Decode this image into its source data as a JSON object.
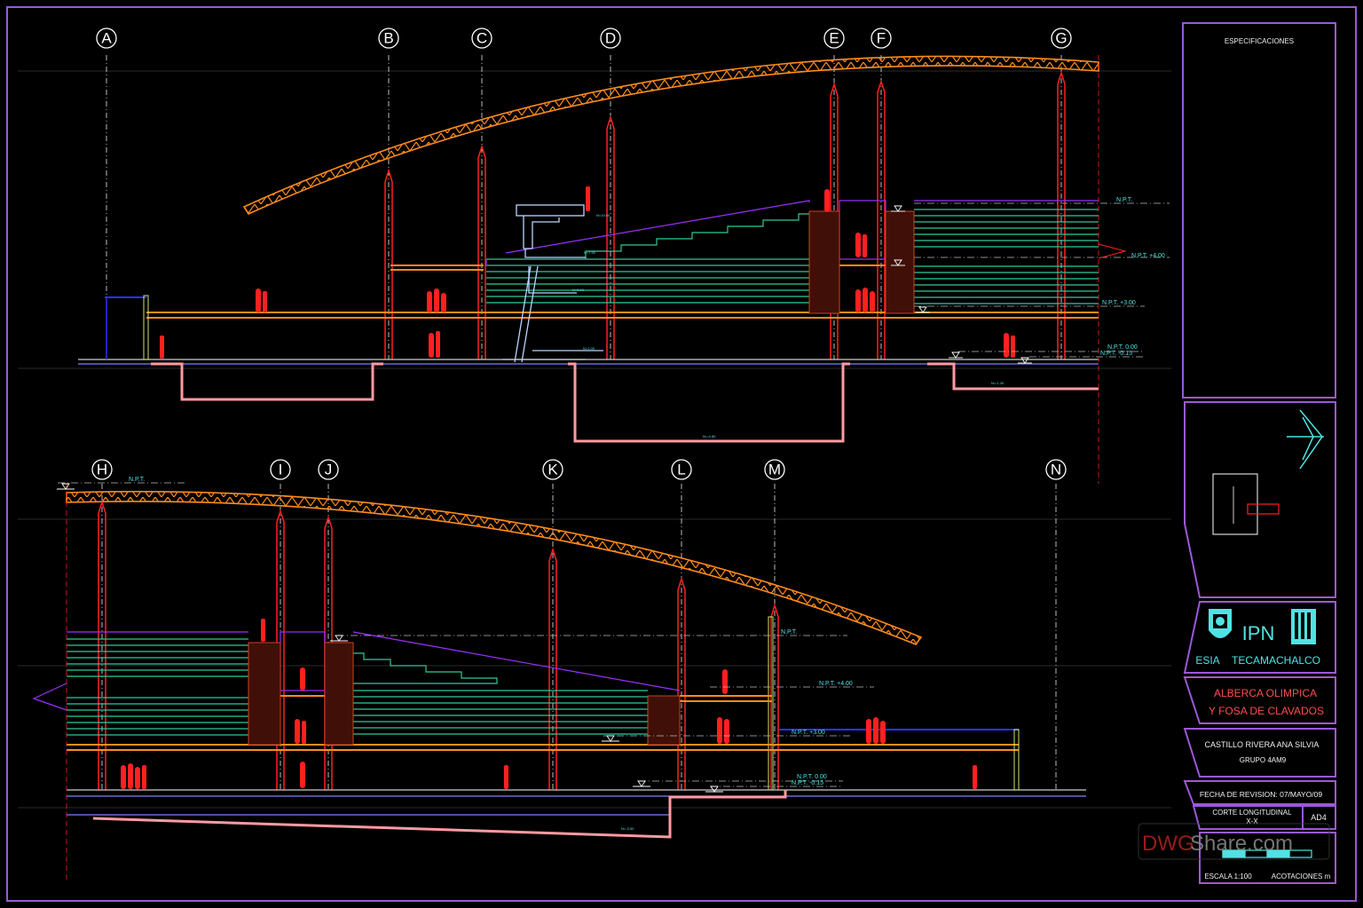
{
  "title_block": {
    "specs_header": "ESPECIFICACIONES",
    "logo_ipn": "IPN",
    "school_left": "ESIA",
    "school_right": "TECAMACHALCO",
    "project_line1": "ALBERCA OLIMPICA",
    "project_line2": "Y FOSA DE CLAVADOS",
    "author": "CASTILLO RIVERA ANA SILVIA",
    "group": "GRUPO 4AM9",
    "revision_date": "FECHA DE REVISION: 07/MAYO/09",
    "sheet_name_line1": "CORTE LONGITUDINAL",
    "sheet_name_line2": "X-X",
    "sheet_code": "AD4",
    "scale": "ESCALA 1:100",
    "units": "ACOTACIONES m"
  },
  "watermark": {
    "part1": "DWG",
    "part2": "Share.com"
  },
  "section_top": {
    "axes": [
      "A",
      "B",
      "C",
      "D",
      "E",
      "F",
      "G"
    ],
    "levels": [
      "N.P.T.",
      "N.P.T. +4.00",
      "N.P.T. +3.00",
      "N.P.T. 0.00",
      "N.P.T. -0.15"
    ],
    "notes": [
      "N=10.00",
      "N=7.50",
      "N=5.00",
      "N=1.00",
      "N=-4.80",
      "N=-1.30"
    ]
  },
  "section_bottom": {
    "axes": [
      "H",
      "I",
      "J",
      "K",
      "L",
      "M",
      "N"
    ],
    "levels": [
      "N.P.T.",
      "N.P.T.",
      "N.P.T. +4.00",
      "N.P.T. +3.00",
      "N.P.T. 0.00",
      "N.P.T. -0.15"
    ],
    "notes": [
      "N=-3.50"
    ]
  },
  "colors": {
    "frame": "#9b59d6",
    "truss": "#ff8c1a",
    "column": "#ff2020",
    "stairs": "#2ec99a",
    "pool": "#ff9aa2",
    "cyan": "#4fe3e3",
    "blue": "#3030ff",
    "watermark_red": "#b32020",
    "watermark_grey": "#8a8a8a"
  }
}
